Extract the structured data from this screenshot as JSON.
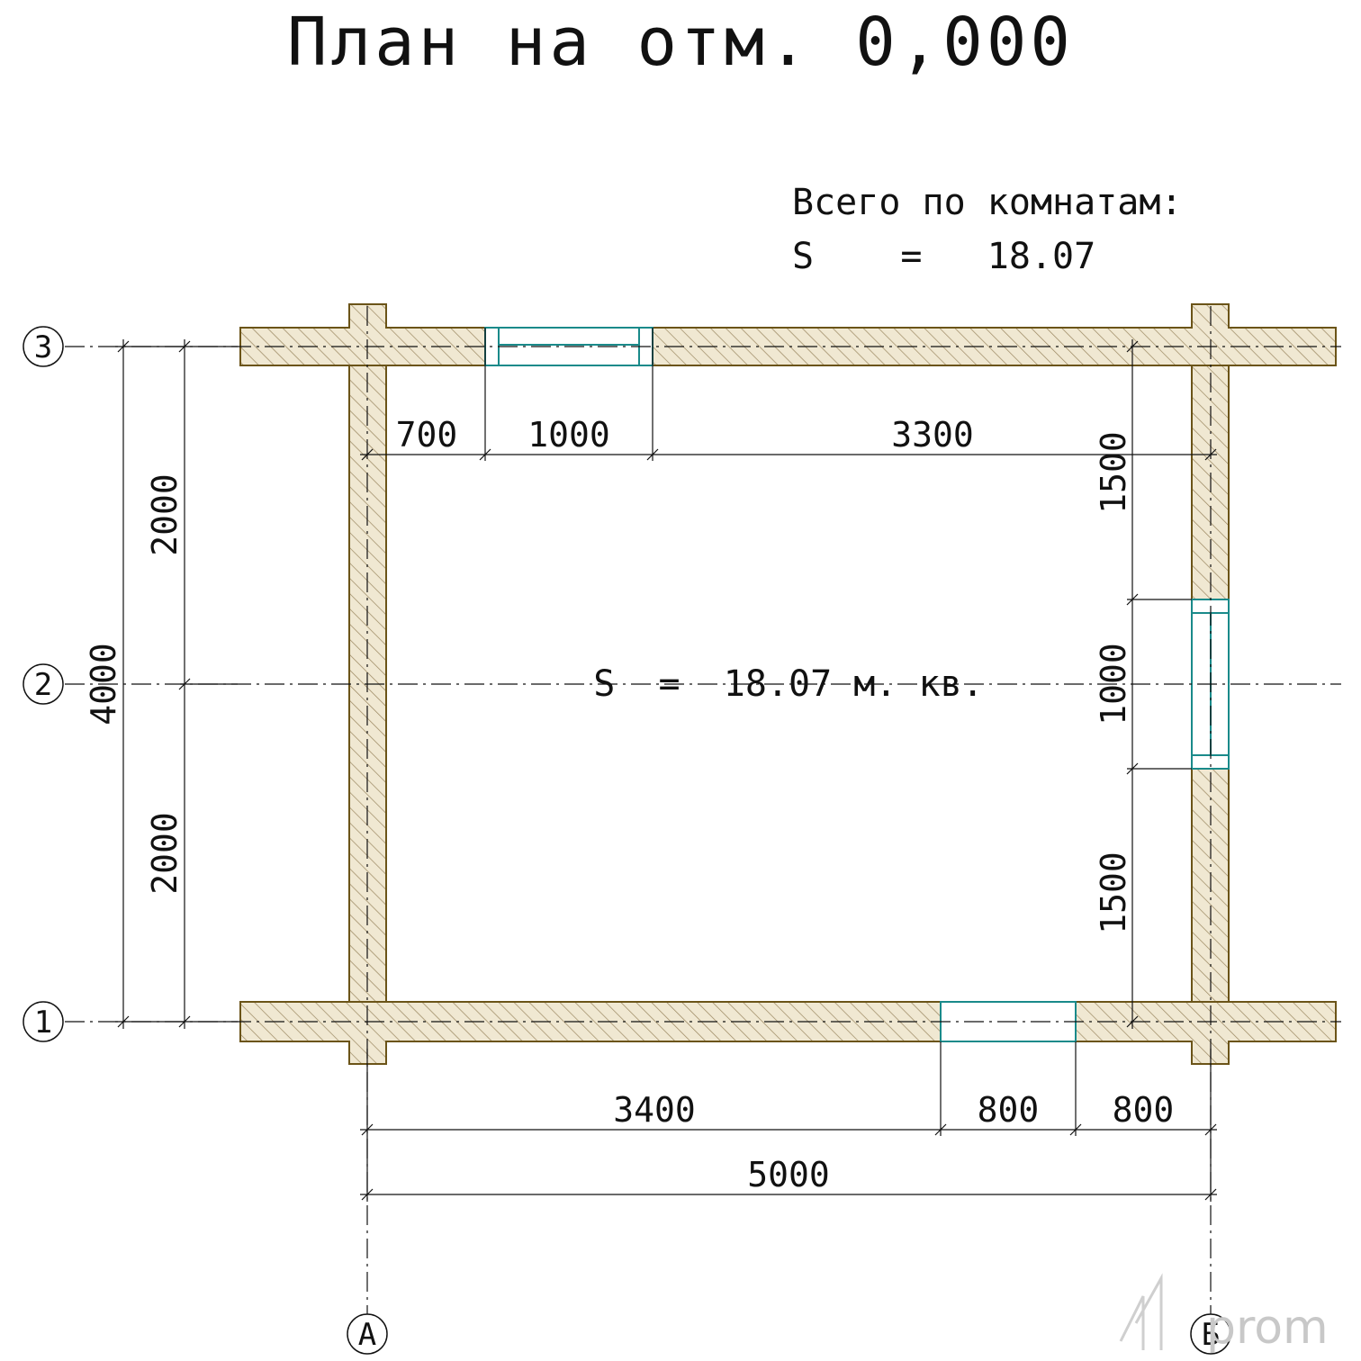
{
  "title": "План на отм. 0,000",
  "summary": {
    "caption": "Всего по комнатам:",
    "area_line": "S    =   18.07"
  },
  "room_area": "S  =  18.07 м. кв.",
  "axes": {
    "rows": [
      "3",
      "2",
      "1"
    ],
    "cols": [
      "А",
      "Б"
    ]
  },
  "dims": {
    "top": [
      "700",
      "1000",
      "3300"
    ],
    "bottom": [
      "3400",
      "800",
      "800"
    ],
    "bottom_total": "5000",
    "left_total": "4000",
    "left": [
      "2000",
      "2000"
    ],
    "right": [
      "1500",
      "1000",
      "1500"
    ]
  },
  "watermark": "prom",
  "colors": {
    "wall_fill": "#f0e8d2",
    "wall_stroke": "#6b5418",
    "hatch": "#9a8660",
    "opening": "#1a8a8a",
    "line": "#111111"
  }
}
